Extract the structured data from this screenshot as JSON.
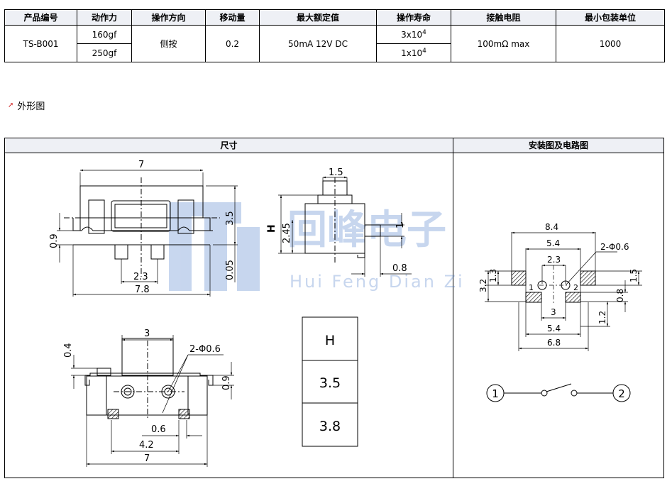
{
  "spec_table": {
    "headers": [
      "产品编号",
      "动作力",
      "操作方向",
      "移动量",
      "最大额定值",
      "操作寿命",
      "接触电阻",
      "最小包装单位"
    ],
    "model": "TS-B001",
    "forces": [
      "160gf",
      "250gf"
    ],
    "direction": "侧按",
    "travel": "0.2",
    "rating": "50mA 12V DC",
    "life": [
      {
        "base": "3x10",
        "exp": "4"
      },
      {
        "base": "1x10",
        "exp": "4"
      }
    ],
    "resistance": "100mΩ max",
    "packing": "1000"
  },
  "section_title": "外形图",
  "panel": {
    "left_title": "尺寸",
    "right_title": "安装图及电路图"
  },
  "watermark": {
    "cn": "回峰电子",
    "en": "Hui Feng Dian Zi"
  },
  "front_view": {
    "width_top": "7",
    "height": "3.5",
    "offset": "0.9",
    "pin_pitch": "2.3",
    "width_bottom": "7.8",
    "gap": "0.05"
  },
  "side_view": {
    "top": "1.5",
    "h_label": "H",
    "h": "2.45",
    "pin": "1",
    "pin_len": "0.8"
  },
  "bottom_view": {
    "top": "3",
    "t": "0.4",
    "holes": "2-Φ0.6",
    "h": "0.9",
    "p1": "0.6",
    "p2": "4.2",
    "width": "7"
  },
  "h_table": [
    "H",
    "3.5",
    "3.8"
  ],
  "mount": {
    "w1": "8.4",
    "w2": "5.4",
    "w3": "2.3",
    "holes": "2-Φ0.6",
    "h1": "1.3",
    "h2": "3.2",
    "w4": "1.5",
    "h3": "0.8",
    "pad1": "1",
    "pad2": "2",
    "w5": "3",
    "w6": "5.4",
    "h4": "1.2",
    "w7": "6.8"
  },
  "circuit": {
    "n1": "1",
    "n2": "2"
  }
}
